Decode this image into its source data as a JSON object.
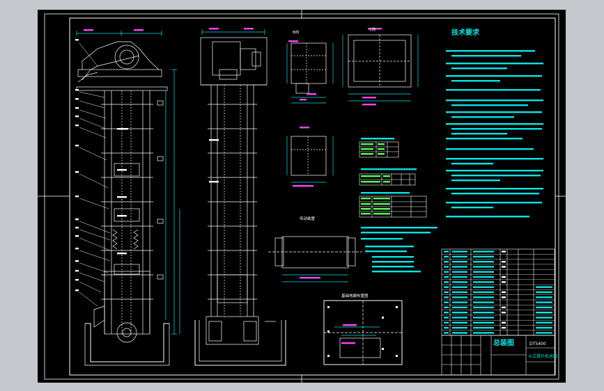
{
  "colors": {
    "background": "#000000",
    "viewport_border": "#c4c7cc",
    "frame_line": "#ffffff",
    "cyan": "#00e5e5",
    "green": "#5aff5a",
    "magenta": "#ff44ff",
    "red": "#ff3030"
  },
  "title_block": {
    "main_title": "总装图",
    "drawing_no": "DT5400",
    "subtitle": "斗式提升机总图"
  },
  "section_labels": {
    "tech_requirements": "技术要求"
  },
  "view_labels": {
    "view_b": "B向",
    "view_c": "C向",
    "drive": "传动装置",
    "foundation": "基础地脚布置图"
  }
}
